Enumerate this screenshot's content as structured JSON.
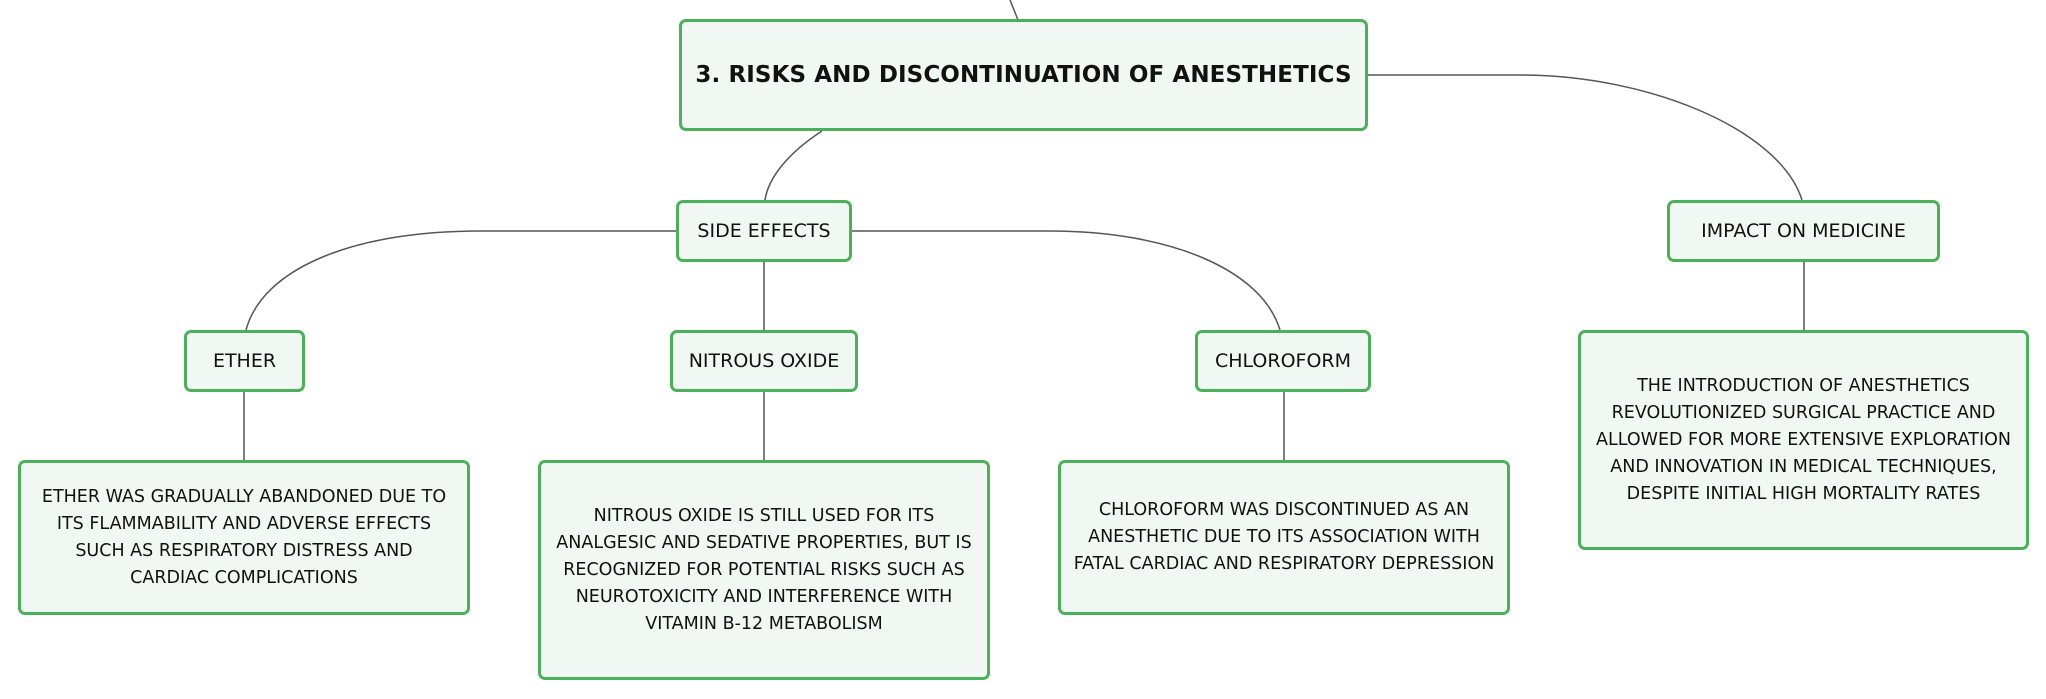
{
  "diagram": {
    "root": {
      "label": "3. RISKS AND DISCONTINUATION OF ANESTHETICS"
    },
    "side_effects": {
      "label": "SIDE EFFECTS",
      "ether": {
        "label": "ETHER",
        "detail": "ETHER WAS GRADUALLY ABANDONED DUE TO ITS FLAMMABILITY AND ADVERSE EFFECTS SUCH AS RESPIRATORY DISTRESS AND CARDIAC COMPLICATIONS"
      },
      "nitrous_oxide": {
        "label": "NITROUS OXIDE",
        "detail": "NITROUS OXIDE IS STILL USED FOR ITS ANALGESIC AND SEDATIVE PROPERTIES, BUT IS RECOGNIZED FOR POTENTIAL RISKS SUCH AS NEUROTOXICITY AND INTERFERENCE WITH VITAMIN B-12 METABOLISM"
      },
      "chloroform": {
        "label": "CHLOROFORM",
        "detail": "CHLOROFORM WAS DISCONTINUED AS AN ANESTHETIC DUE TO ITS ASSOCIATION WITH FATAL CARDIAC AND RESPIRATORY DEPRESSION"
      }
    },
    "impact": {
      "label": "IMPACT ON MEDICINE",
      "detail": "THE INTRODUCTION OF ANESTHETICS REVOLUTIONIZED SURGICAL PRACTICE AND ALLOWED FOR MORE EXTENSIVE EXPLORATION AND INNOVATION IN MEDICAL TECHNIQUES, DESPITE INITIAL HIGH MORTALITY RATES"
    },
    "colors": {
      "node_border": "#4caf5a",
      "node_fill": "#f1f8f3",
      "connector": "#555555",
      "text": "#111111"
    }
  }
}
